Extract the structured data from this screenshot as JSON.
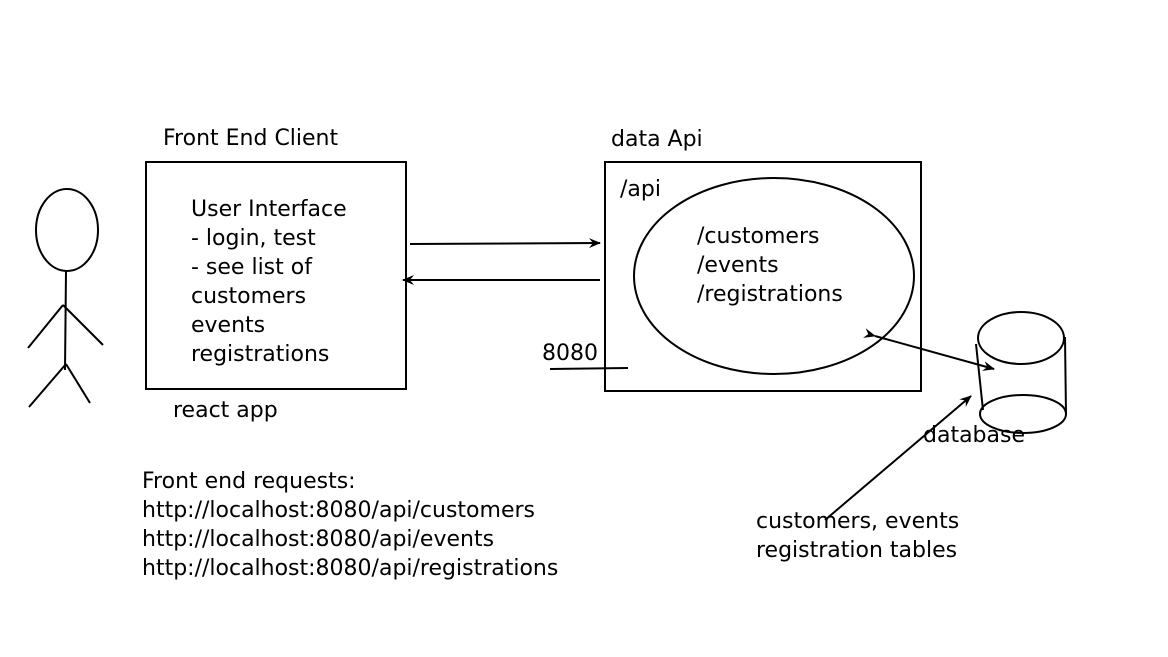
{
  "labels": {
    "front_end_client": "Front End Client",
    "react_app": "react app",
    "data_api": "data Api",
    "api_path": "/api",
    "port": "8080",
    "database": "database"
  },
  "ui_box_lines": [
    "User Interface",
    "- login, test",
    "- see list of",
    "customers",
    "events",
    "registrations"
  ],
  "endpoint_lines": [
    "/customers",
    "/events",
    "/registrations"
  ],
  "requests_lines": [
    "Front end requests:",
    "http://localhost:8080/api/customers",
    "http://localhost:8080/api/events",
    "http://localhost:8080/api/registrations"
  ],
  "tables_lines": [
    "customers, events",
    "registration tables"
  ]
}
